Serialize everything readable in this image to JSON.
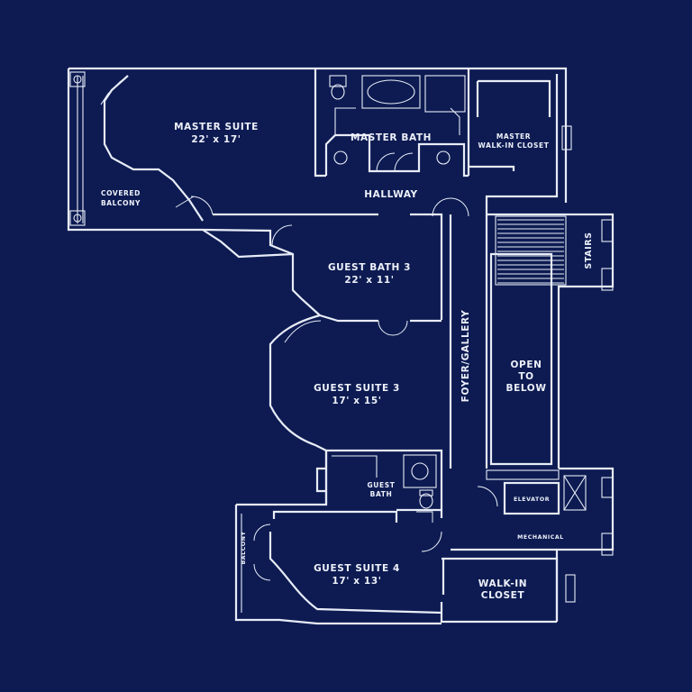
{
  "rooms": {
    "master_suite": {
      "name": "MASTER SUITE",
      "dims": "22' x 17'"
    },
    "master_bath": {
      "name": "MASTER BATH"
    },
    "master_closet": {
      "line1": "MASTER",
      "line2": "WALK-IN CLOSET"
    },
    "covered_balcony": {
      "line1": "COVERED",
      "line2": "BALCONY"
    },
    "hallway": {
      "name": "HALLWAY"
    },
    "stairs": {
      "name": "STAIRS"
    },
    "guest_bath_3": {
      "name": "GUEST BATH 3",
      "dims": "22' x 11'"
    },
    "foyer": {
      "name": "FOYER/GALLERY"
    },
    "open_below": {
      "line1": "OPEN",
      "line2": "TO",
      "line3": "BELOW"
    },
    "guest_suite_3": {
      "name": "GUEST SUITE 3",
      "dims": "17' x 15'"
    },
    "guest_bath": {
      "line1": "GUEST",
      "line2": "BATH"
    },
    "elevator": {
      "name": "ELEVATOR"
    },
    "mechanical": {
      "name": "MECHANICAL"
    },
    "balcony": {
      "name": "BALCONY"
    },
    "guest_suite_4": {
      "name": "GUEST SUITE 4",
      "dims": "17' x 13'"
    },
    "walk_in_closet": {
      "line1": "WALK-IN",
      "line2": "CLOSET"
    }
  },
  "colors": {
    "background": "#0d1b52",
    "linework": "#e8ecf7"
  }
}
